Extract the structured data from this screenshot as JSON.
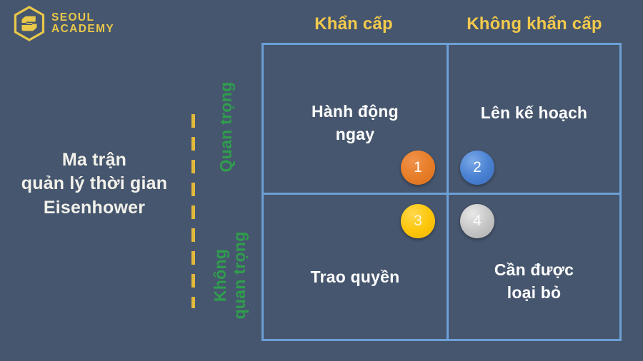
{
  "brand": {
    "logo_icon": "hexagon-s-logo-icon",
    "line1": "SEOUL",
    "line2": "ACADEMY",
    "color": "#e9c84a"
  },
  "title": {
    "line1": "Ma trận",
    "line2": "quản lý thời gian",
    "line3": "Eisenhower",
    "color": "#f2f1ea"
  },
  "axes": {
    "columns": [
      {
        "label": "Khẩn cấp",
        "color": "#f2c94c"
      },
      {
        "label": "Không khẩn cấp",
        "color": "#f2c94c"
      }
    ],
    "rows": [
      {
        "label": "Quan trọng",
        "line1": "Quan trọng",
        "line2": "",
        "color": "#2f9e4d"
      },
      {
        "label": "Không quan trọng",
        "line1": "Không",
        "line2": "quan trọng",
        "color": "#2f9e4d"
      }
    ]
  },
  "divider": {
    "style": "dashed-vertical",
    "color": "#e3b93c"
  },
  "matrix": {
    "border_color": "#6d9fd6",
    "background": "#46566e",
    "quadrants": [
      {
        "number": "1",
        "label_line1": "Hành động",
        "label_line2": "ngay",
        "badge_color": "#e87f2b",
        "position": "urgent-important"
      },
      {
        "number": "2",
        "label_line1": "Lên kế hoạch",
        "label_line2": "",
        "badge_color": "#4b82d2",
        "position": "not-urgent-important"
      },
      {
        "number": "3",
        "label_line1": "Trao quyền",
        "label_line2": "",
        "badge_color": "#fdc70c",
        "position": "urgent-not-important"
      },
      {
        "number": "4",
        "label_line1": "Cần được",
        "label_line2": "loại bỏ",
        "badge_color": "#c6c6c6",
        "position": "not-urgent-not-important"
      }
    ]
  }
}
